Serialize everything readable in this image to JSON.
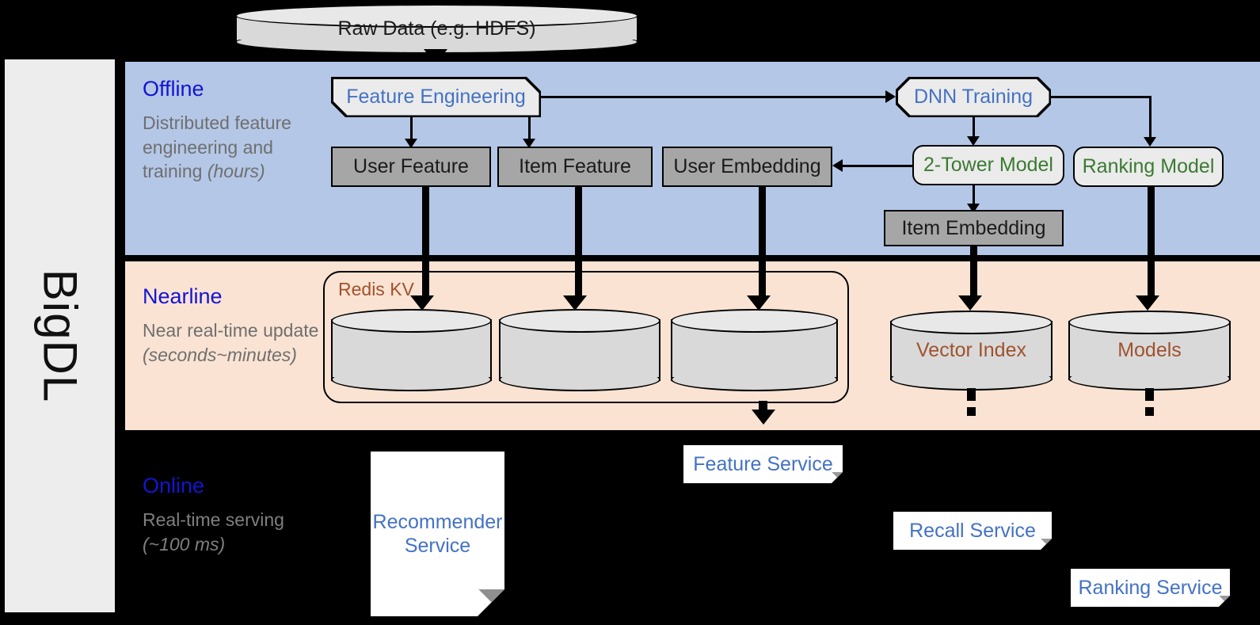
{
  "rail": {
    "label": "BigDL"
  },
  "source": {
    "label": "Raw Data (e.g. HDFS)"
  },
  "bands": [
    {
      "id": "offline",
      "title": "Offline",
      "subtitle_plain": "Distributed feature engineering and training ",
      "subtitle_italic": "(hours)",
      "bg": "#b4c7e7",
      "title_color": "#1414d2"
    },
    {
      "id": "nearline",
      "title": "Nearline",
      "subtitle_plain": "Near real-time update ",
      "subtitle_italic": "(seconds~minutes)",
      "bg": "#fae3d3",
      "title_color": "#1414d2"
    },
    {
      "id": "online",
      "title": "Online",
      "subtitle_plain": "Real-time serving ",
      "subtitle_italic": "(~100 ms)",
      "bg": "#000000",
      "title_color": "#1414d2"
    }
  ],
  "offline": {
    "feature_engineering": "Feature Engineering",
    "dnn_training": "DNN Training",
    "user_feature": "User Feature",
    "item_feature": "Item Feature",
    "user_embedding": "User Embedding",
    "two_tower_model": "2-Tower Model",
    "ranking_model": "Ranking Model",
    "item_embedding": "Item Embedding"
  },
  "nearline": {
    "redis_kv": "Redis KV",
    "store_1": "",
    "store_2": "",
    "store_3": "",
    "vector_index": "Vector Index",
    "models": "Models"
  },
  "online": {
    "recommender_service": "Recommender Service",
    "feature_service": "Feature Service",
    "recall_service": "Recall Service",
    "ranking_service": "Ranking Service"
  },
  "colors": {
    "offline_band": "#b4c7e7",
    "nearline_band": "#fae3d3",
    "band_title": "#1414d2",
    "band_subtitle": "#6f6f6f",
    "gray_data_box": "#a6a6a6",
    "model_text_green": "#3b7a32",
    "process_text_blue": "#4472c4",
    "db_text_brown": "#a0522d",
    "rail_bg": "#ededed"
  }
}
